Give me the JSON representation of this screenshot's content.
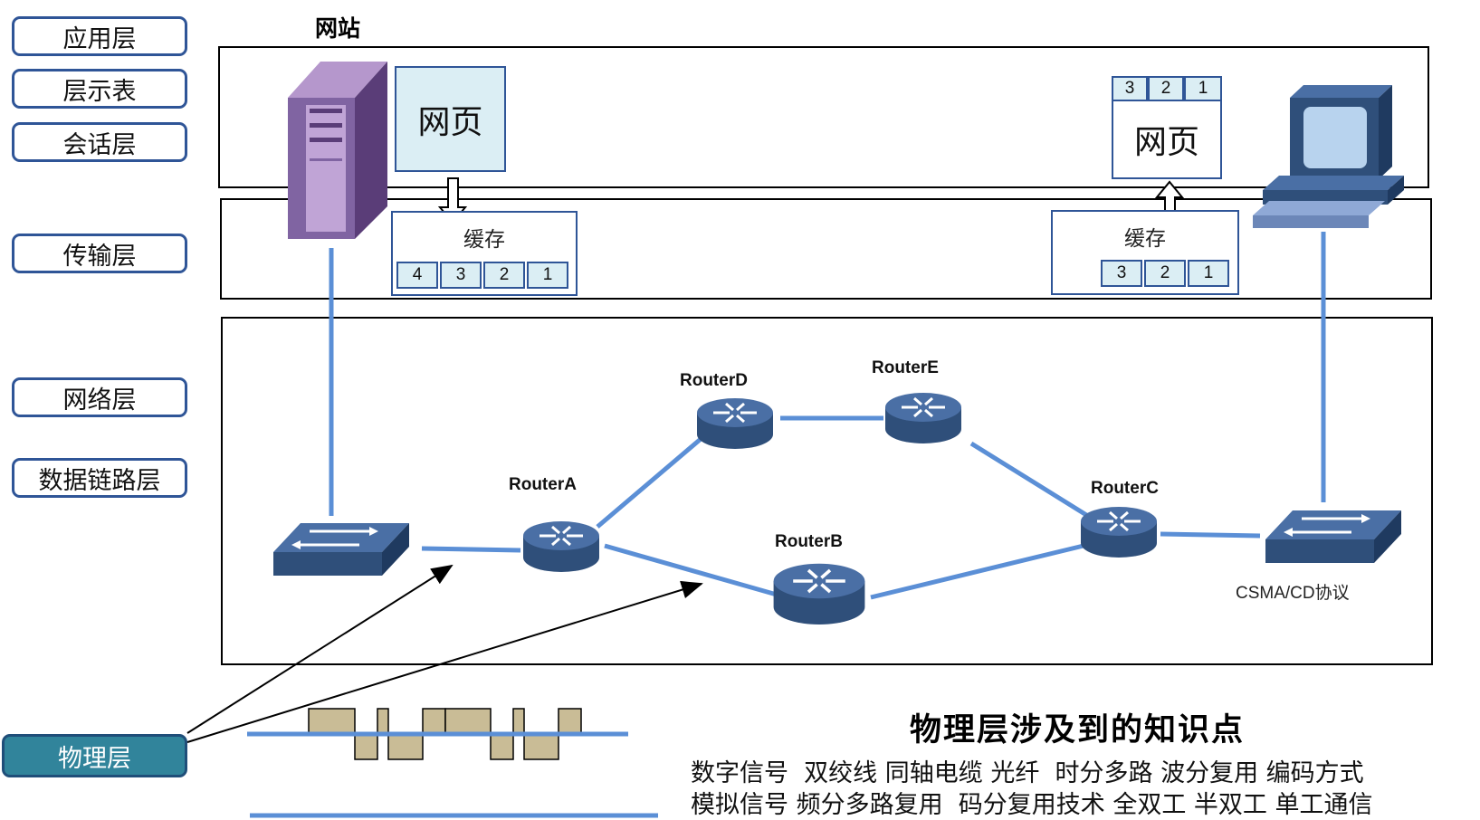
{
  "layers": {
    "application": "应用层",
    "presentation": "层示表",
    "session": "会话层",
    "transport": "传输层",
    "network": "网络层",
    "datalink": "数据链路层",
    "physical": "物理层"
  },
  "website": {
    "title": "网站",
    "page_label": "网页"
  },
  "client": {
    "page_label": "网页",
    "page_segments": [
      "3",
      "2",
      "1"
    ]
  },
  "server_cache": {
    "title": "缓存",
    "segments": [
      "4",
      "3",
      "2",
      "1"
    ]
  },
  "client_cache": {
    "title": "缓存",
    "segments": [
      "3",
      "2",
      "1"
    ]
  },
  "routers": {
    "a": "RouterA",
    "b": "RouterB",
    "c": "RouterC",
    "d": "RouterD",
    "e": "RouterE"
  },
  "protocol": "CSMA/CD协议",
  "knowledge": {
    "title": "物理层涉及到的知识点",
    "line1": "数字信号  双绞线 同轴电缆 光纤  时分多路 波分复用 编码方式",
    "line2": "模拟信号 频分多路复用  码分复用技术 全双工 半双工 单工通信"
  },
  "colors": {
    "link": "#5b8fd6",
    "router": "#2f4f7a",
    "server": "#8064a2",
    "physical_button": "#31849b",
    "signal": "#c9bc96"
  }
}
